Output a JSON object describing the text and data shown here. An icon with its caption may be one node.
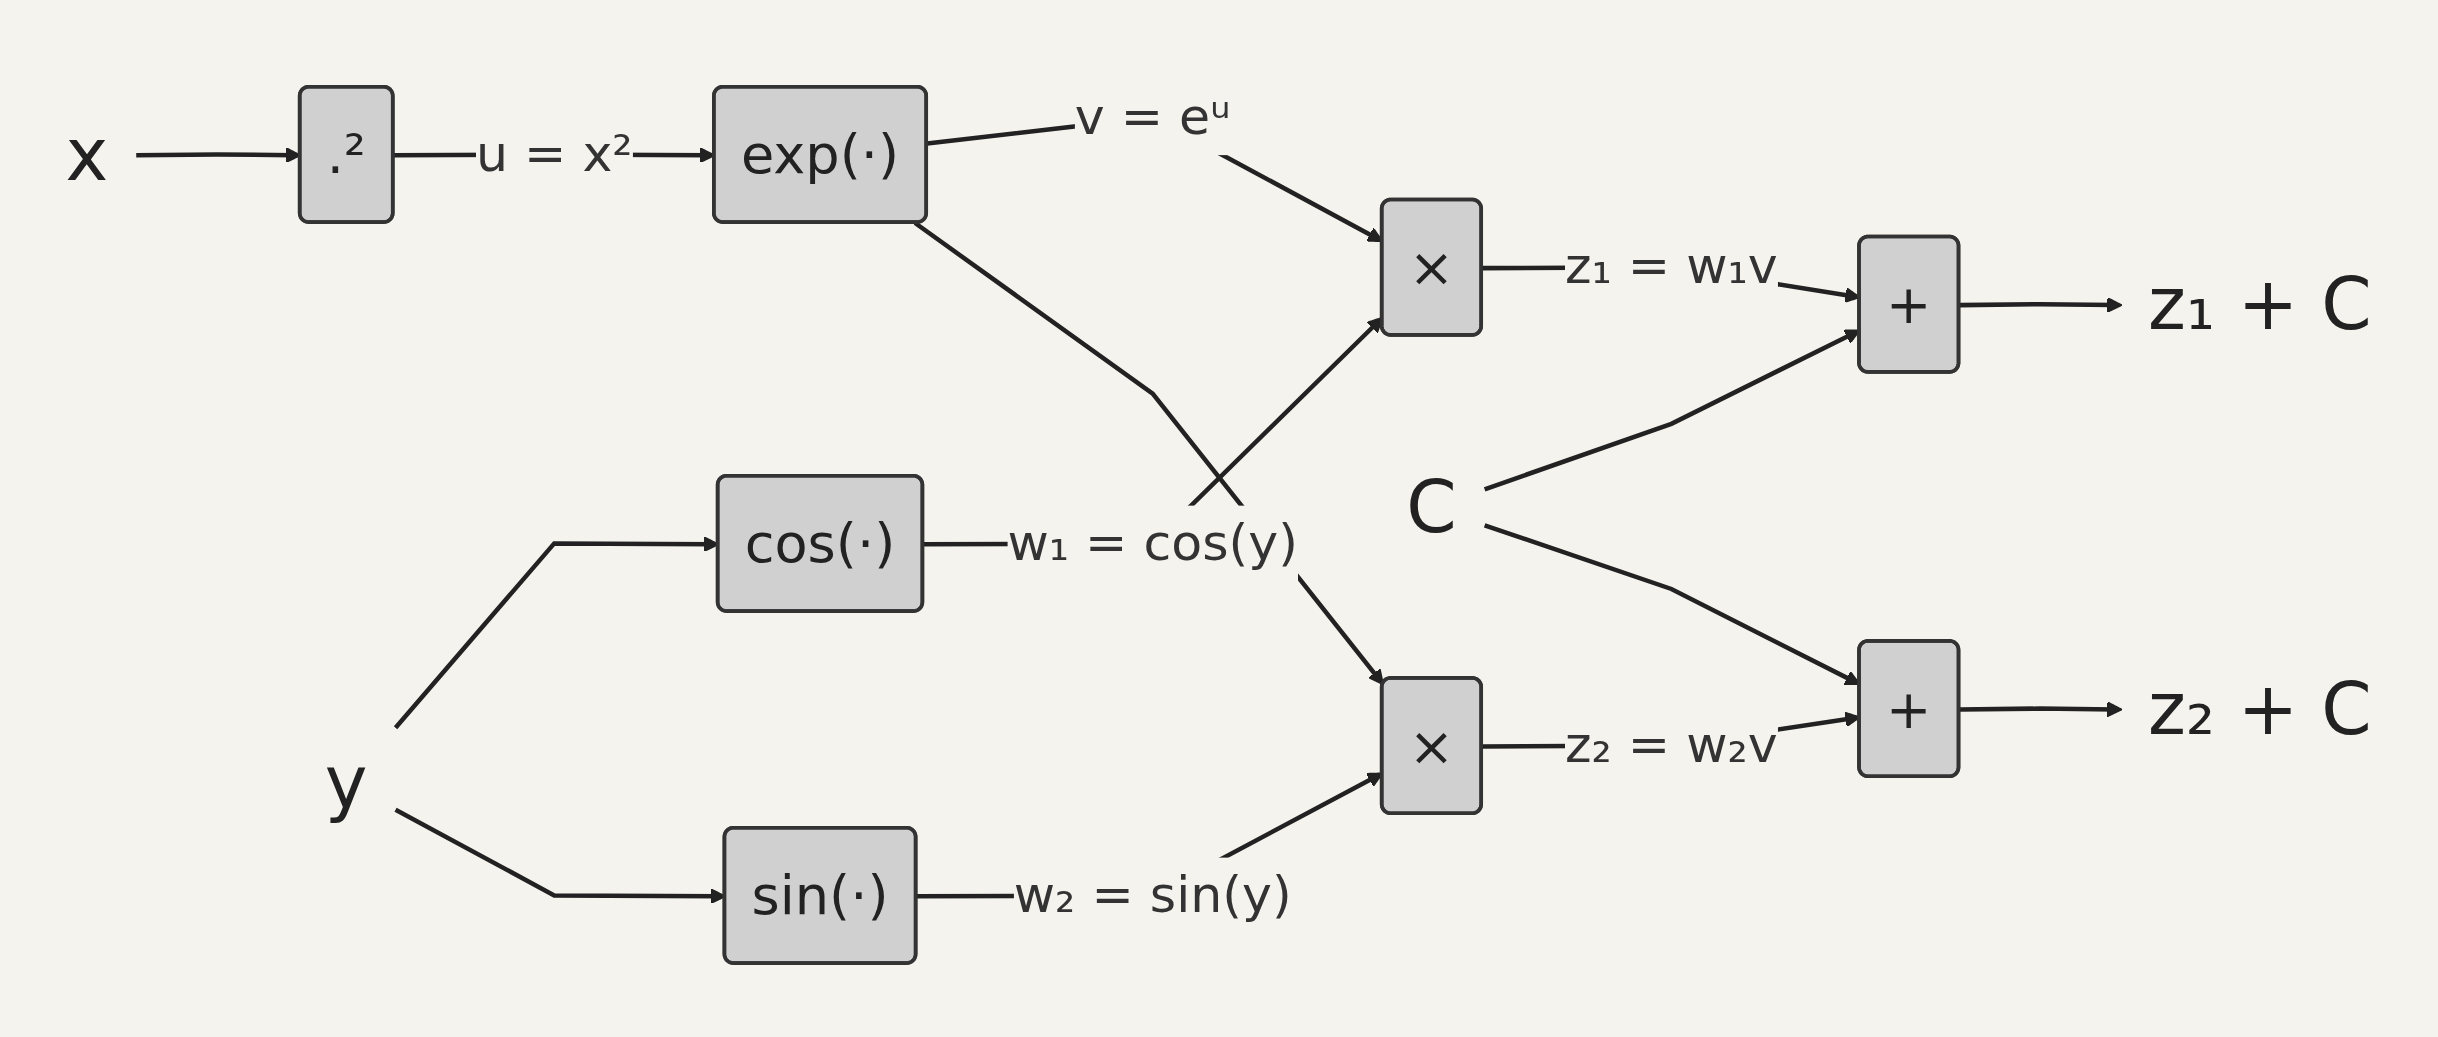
{
  "diagram": {
    "nodes": [
      {
        "text": [
          "x"
        ]
      },
      {
        "text": [
          ".²"
        ]
      },
      {
        "text": [
          "exp(·)"
        ]
      },
      {
        "text": [
          "×"
        ]
      },
      {
        "text": [
          "+"
        ]
      },
      {
        "text": [
          "z₁ + C"
        ]
      },
      {
        "text": [
          "cos(·)"
        ]
      },
      {
        "text": [
          "C"
        ]
      },
      {
        "text": [
          "y"
        ]
      },
      {
        "text": [
          "sin(·)"
        ]
      },
      {
        "text": [
          "×"
        ]
      },
      {
        "text": [
          "+"
        ]
      },
      {
        "text": [
          "z₂ + C"
        ]
      }
    ],
    "edges": [
      {
        "from": 0,
        "to": 1,
        "arrow": "to"
      },
      {
        "from": 1,
        "to": 2,
        "label": "u = x²",
        "arrow": "to"
      },
      {
        "from": 2,
        "to": 3,
        "label": "v = eᵘ",
        "arrow": "to"
      },
      {
        "from": 3,
        "to": 4,
        "label": "z₁ = w₁v",
        "arrow": "to"
      },
      {
        "from": 4,
        "to": 5,
        "arrow": "to"
      },
      {
        "from": 2,
        "to": 10,
        "arrow": "to"
      },
      {
        "from": 6,
        "to": 3,
        "label": "w₁ = cos(y)",
        "arrow": "to"
      },
      {
        "from": 8,
        "to": 6,
        "arrow": "to"
      },
      {
        "from": 8,
        "to": 9,
        "arrow": "to"
      },
      {
        "from": 9,
        "to": 10,
        "label": "w₂ = sin(y)",
        "arrow": "to"
      },
      {
        "from": 10,
        "to": 11,
        "label": "z₂ = w₂v",
        "arrow": "to"
      },
      {
        "from": 11,
        "to": 12,
        "arrow": "to"
      },
      {
        "from": 7,
        "to": 4,
        "arrow": "to"
      },
      {
        "from": 7,
        "to": 11,
        "arrow": "to"
      }
    ]
  }
}
